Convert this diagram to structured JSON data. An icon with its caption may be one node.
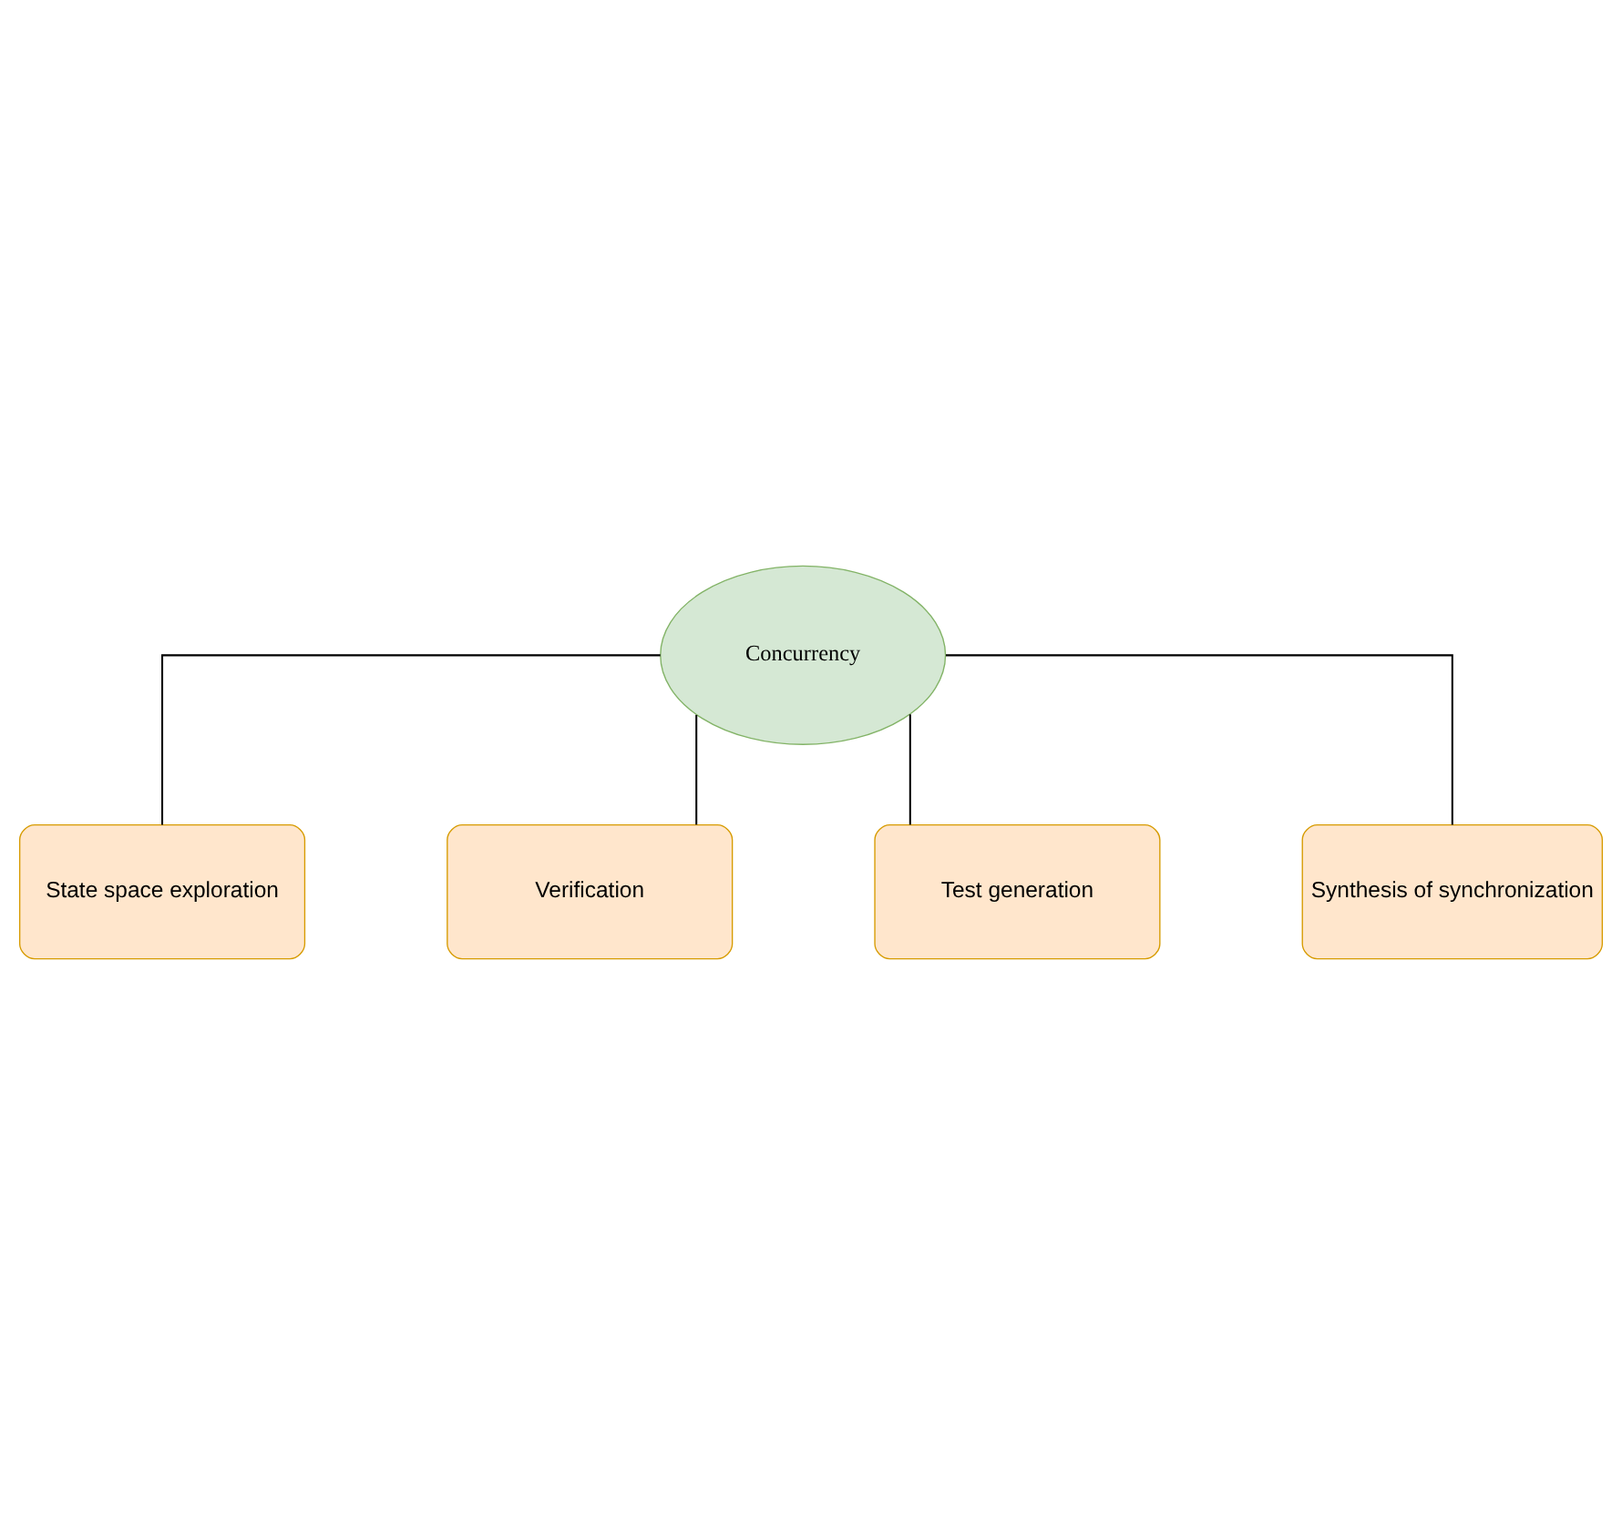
{
  "diagram": {
    "nodes": [
      {
        "text": [
          "Concurrency"
        ]
      },
      {
        "text": [
          "State space exploration"
        ]
      },
      {
        "text": [
          "Verification"
        ]
      },
      {
        "text": [
          "Test generation"
        ]
      },
      {
        "text": [
          "Synthesis of synchronization"
        ]
      }
    ],
    "edges": [
      {
        "from": 0,
        "to": 1,
        "arrow": "none"
      },
      {
        "from": 0,
        "to": 2,
        "arrow": "none"
      },
      {
        "from": 0,
        "to": 3,
        "arrow": "none"
      },
      {
        "from": 0,
        "to": 4,
        "arrow": "none"
      }
    ]
  }
}
